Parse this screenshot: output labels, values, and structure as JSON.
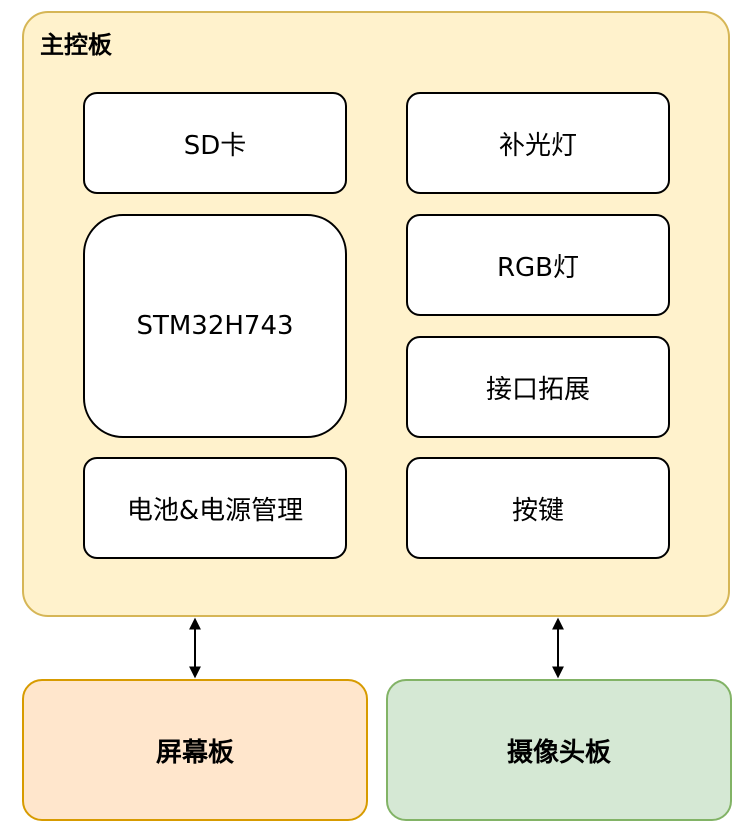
{
  "main_board": {
    "title": "主控板",
    "modules": {
      "sd_card": "SD卡",
      "mcu": "STM32H743",
      "battery": "电池&电源管理",
      "fill_light": "补光灯",
      "rgb_light": "RGB灯",
      "interface_ext": "接口拓展",
      "buttons": "按键"
    }
  },
  "boards": {
    "screen": "屏幕板",
    "camera": "摄像头板"
  },
  "colors": {
    "main_fill": "#fff2cc",
    "main_stroke": "#d6b656",
    "screen_fill": "#ffe6cc",
    "screen_stroke": "#d79b00",
    "camera_fill": "#d5e8d4",
    "camera_stroke": "#82b366"
  }
}
